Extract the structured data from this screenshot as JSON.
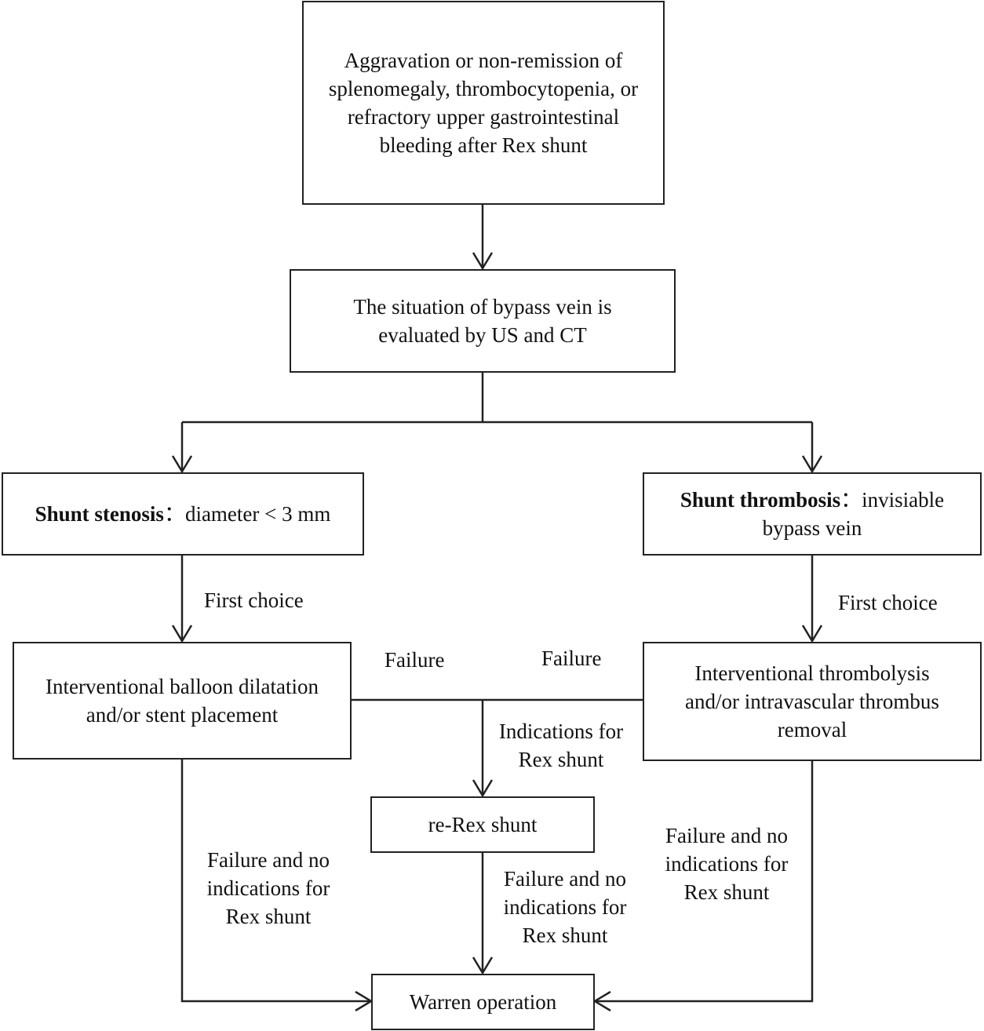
{
  "nodes": {
    "trigger": "Aggravation or non-remission of splenomegaly, thrombocytopenia, or refractory upper gastrointestinal bleeding after Rex shunt",
    "evaluation": "The situation of bypass vein is evaluated by US and CT",
    "stenosis": {
      "title": "Shunt stenosis",
      "sep": "：",
      "detail": "diameter < 3 mm"
    },
    "thrombosis": {
      "title": "Shunt thrombosis",
      "sep": "：",
      "detail": "invisiable bypass vein"
    },
    "balloon": "Interventional balloon dilatation and/or stent placement",
    "thrombolysis": "Interventional thrombolysis and/or intravascular thrombus removal",
    "rerex": "re-Rex shunt",
    "warren": "Warren operation"
  },
  "edges": {
    "first_choice_left": "First choice",
    "first_choice_right": "First choice",
    "failure_left": "Failure",
    "failure_right": "Failure",
    "indications": "Indications for Rex shunt",
    "fail_left": "Failure and no indications for Rex shunt",
    "fail_center": "Failure and no indications for Rex shunt",
    "fail_right": "Failure and no indications for Rex shunt"
  }
}
